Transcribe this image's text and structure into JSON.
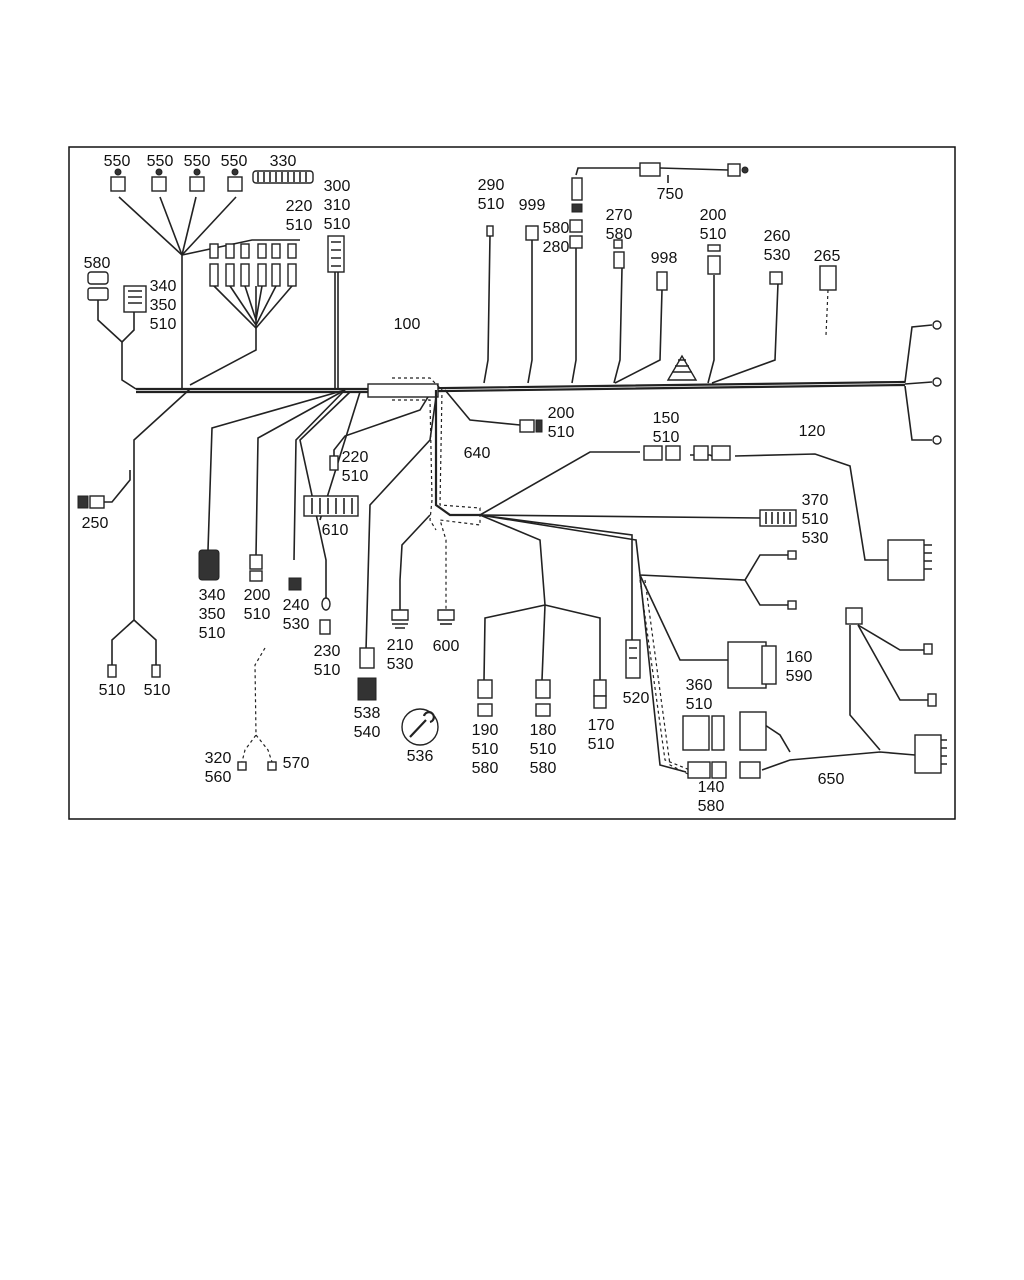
{
  "diagram": {
    "callouts": [
      {
        "id": "c550a",
        "lines": [
          "550"
        ]
      },
      {
        "id": "c550b",
        "lines": [
          "550"
        ]
      },
      {
        "id": "c550c",
        "lines": [
          "550"
        ]
      },
      {
        "id": "c550d",
        "lines": [
          "550"
        ]
      },
      {
        "id": "c330",
        "lines": [
          "330"
        ]
      },
      {
        "id": "c300",
        "lines": [
          "300",
          "310",
          "510"
        ]
      },
      {
        "id": "c220a",
        "lines": [
          "220",
          "510"
        ]
      },
      {
        "id": "c580a",
        "lines": [
          "580"
        ]
      },
      {
        "id": "c340a",
        "lines": [
          "340",
          "350",
          "510"
        ]
      },
      {
        "id": "c290",
        "lines": [
          "290",
          "510"
        ]
      },
      {
        "id": "c999",
        "lines": [
          "999"
        ]
      },
      {
        "id": "c580b",
        "lines": [
          "580",
          "280"
        ]
      },
      {
        "id": "c750",
        "lines": [
          "750"
        ]
      },
      {
        "id": "c270",
        "lines": [
          "270",
          "580"
        ]
      },
      {
        "id": "c998",
        "lines": [
          "998"
        ]
      },
      {
        "id": "c200a",
        "lines": [
          "200",
          "510"
        ]
      },
      {
        "id": "c260",
        "lines": [
          "260",
          "530"
        ]
      },
      {
        "id": "c265",
        "lines": [
          "265"
        ]
      },
      {
        "id": "c100",
        "lines": [
          "100"
        ]
      },
      {
        "id": "c200b",
        "lines": [
          "200",
          "510"
        ]
      },
      {
        "id": "c150",
        "lines": [
          "150",
          "510"
        ]
      },
      {
        "id": "c120",
        "lines": [
          "120"
        ]
      },
      {
        "id": "c640",
        "lines": [
          "640"
        ]
      },
      {
        "id": "c220b",
        "lines": [
          "220",
          "510"
        ]
      },
      {
        "id": "c250",
        "lines": [
          "250"
        ]
      },
      {
        "id": "c610",
        "lines": [
          "610"
        ]
      },
      {
        "id": "c370",
        "lines": [
          "370",
          "510",
          "530"
        ]
      },
      {
        "id": "c340b",
        "lines": [
          "340",
          "350",
          "510"
        ]
      },
      {
        "id": "c200c",
        "lines": [
          "200",
          "510"
        ]
      },
      {
        "id": "c240",
        "lines": [
          "240",
          "530"
        ]
      },
      {
        "id": "c230",
        "lines": [
          "230",
          "510"
        ]
      },
      {
        "id": "c210",
        "lines": [
          "210",
          "530"
        ]
      },
      {
        "id": "c600",
        "lines": [
          "600"
        ]
      },
      {
        "id": "c510a",
        "lines": [
          "510"
        ]
      },
      {
        "id": "c510b",
        "lines": [
          "510"
        ]
      },
      {
        "id": "c160",
        "lines": [
          "160",
          "590"
        ]
      },
      {
        "id": "c520",
        "lines": [
          "520"
        ]
      },
      {
        "id": "c360",
        "lines": [
          "360",
          "510"
        ]
      },
      {
        "id": "c538",
        "lines": [
          "538",
          "540"
        ]
      },
      {
        "id": "c536",
        "lines": [
          "536"
        ]
      },
      {
        "id": "c190",
        "lines": [
          "190",
          "510",
          "580"
        ]
      },
      {
        "id": "c180",
        "lines": [
          "180",
          "510",
          "580"
        ]
      },
      {
        "id": "c170",
        "lines": [
          "170",
          "510"
        ]
      },
      {
        "id": "c320",
        "lines": [
          "320",
          "560"
        ]
      },
      {
        "id": "c570",
        "lines": [
          "570"
        ]
      },
      {
        "id": "c140",
        "lines": [
          "140",
          "580"
        ]
      },
      {
        "id": "c650",
        "lines": [
          "650"
        ]
      }
    ]
  }
}
